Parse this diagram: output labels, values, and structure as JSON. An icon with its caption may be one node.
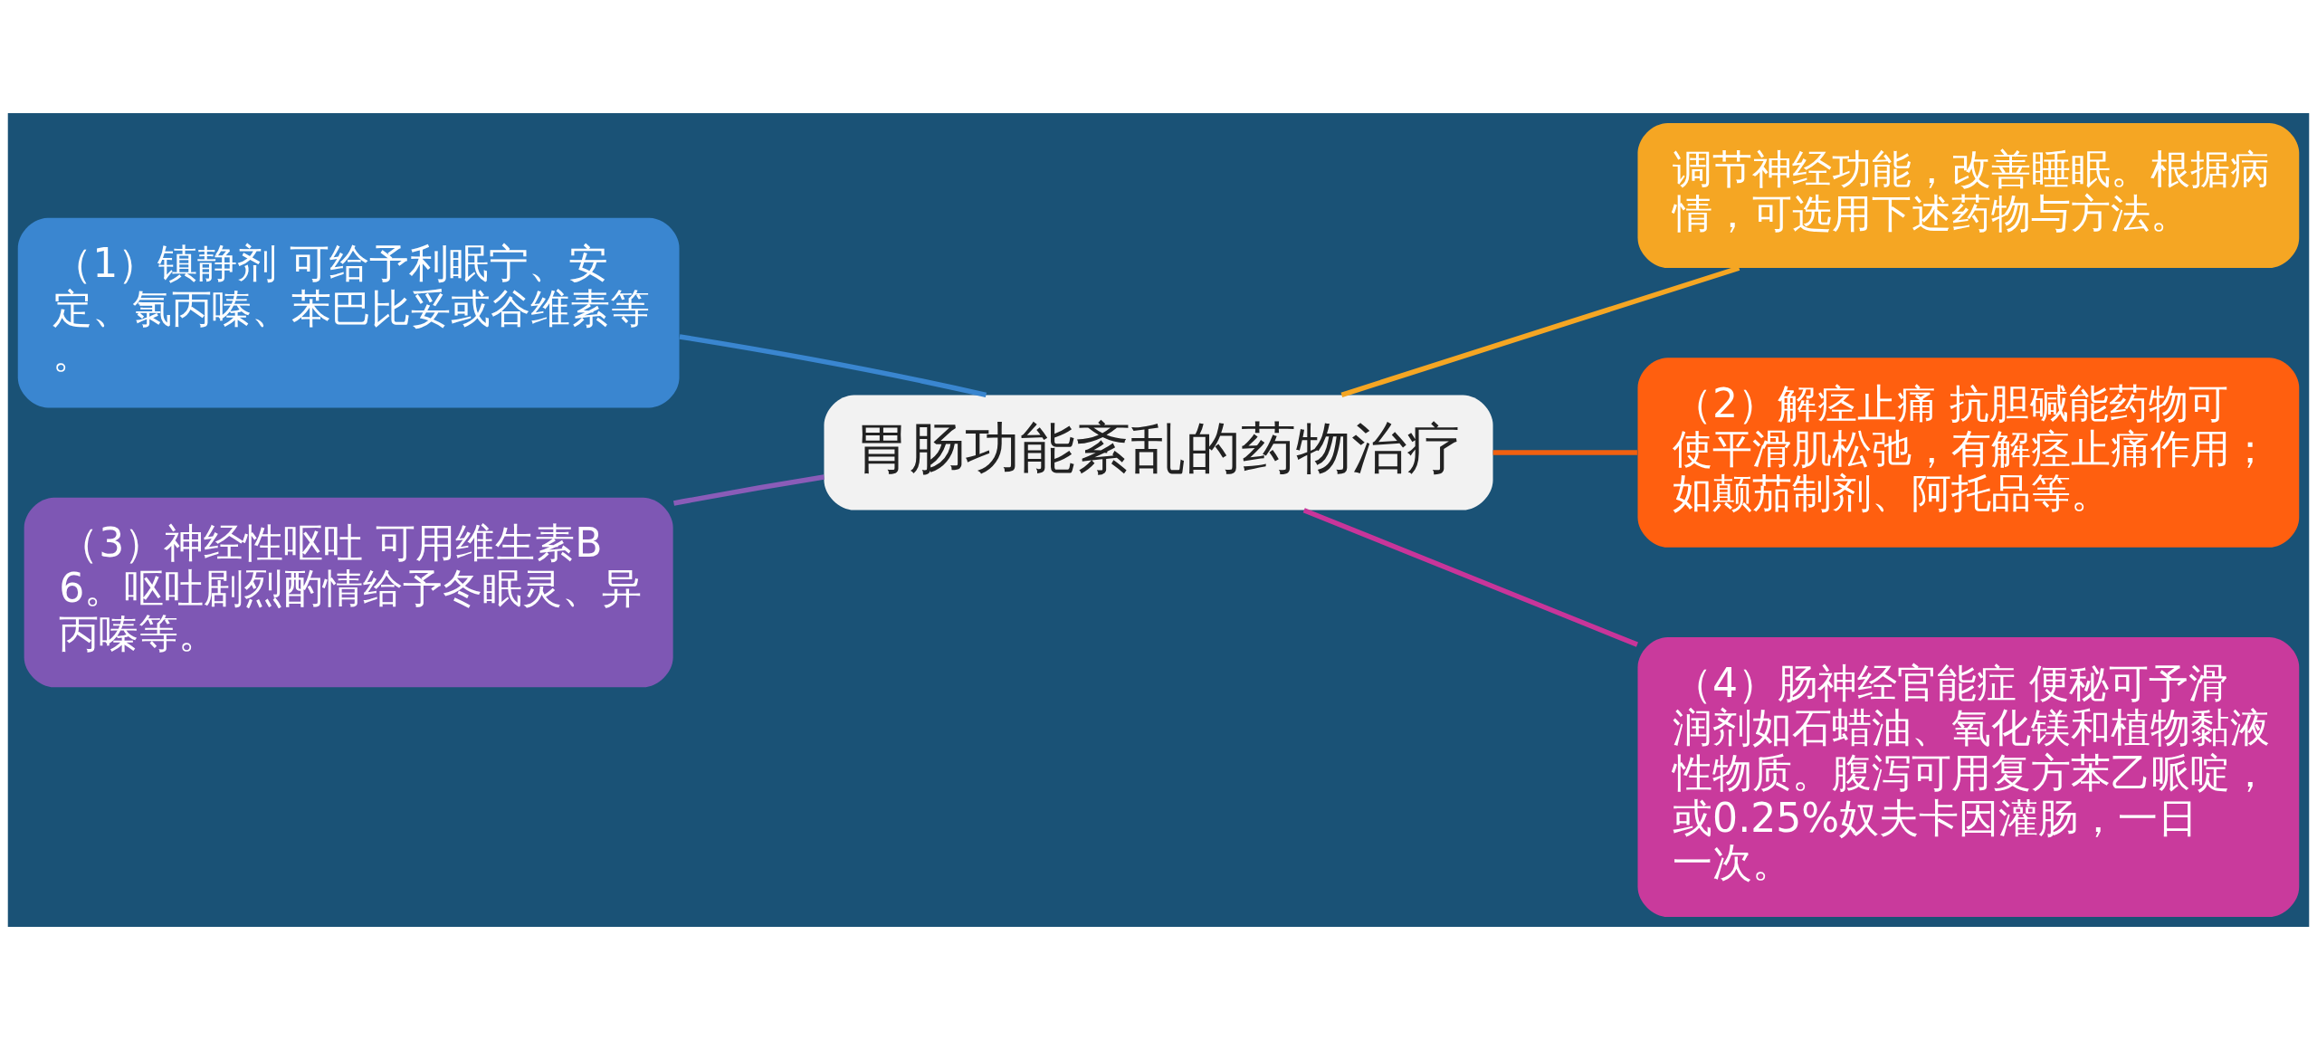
{
  "diagram": {
    "nodes": [
      {
        "text": [
          "胃肠功能紊乱的药物治疗"
        ]
      },
      {
        "text": [
          "（1）镇静剂 可给予利眠宁、安定、氯丙嗪、苯巴比妥或谷维素等。"
        ]
      },
      {
        "text": [
          "（3）神经性呕吐 可用维生素B6。呕吐剧烈酌情给予冬眠灵、异丙嗪等。"
        ]
      },
      {
        "text": [
          "调节神经功能，改善睡眠。根据病情，可选用下述药物与方法。"
        ]
      },
      {
        "text": [
          "（2）解痉止痛 抗胆碱能药物可使平滑肌松弛，有解痉止痛作用；如颠茄制剂、阿托品等。"
        ]
      },
      {
        "text": [
          "（4）肠神经官能症 便秘可予滑润剂如石蜡油、氧化镁和植物黏液性物质。腹泻可用复方苯乙哌啶，或0.25%奴夫卡因灌肠，一日一次。"
        ]
      }
    ],
    "edges": [
      {
        "from": 0,
        "to": 1,
        "arrow": "none",
        "color": "#3a86d0"
      },
      {
        "from": 0,
        "to": 2,
        "arrow": "none",
        "color": "#8a5cb8"
      },
      {
        "from": 0,
        "to": 3,
        "arrow": "none",
        "color": "#f5a623"
      },
      {
        "from": 0,
        "to": 4,
        "arrow": "none",
        "color": "#f06010"
      },
      {
        "from": 0,
        "to": 5,
        "arrow": "none",
        "color": "#c8359a"
      }
    ]
  }
}
